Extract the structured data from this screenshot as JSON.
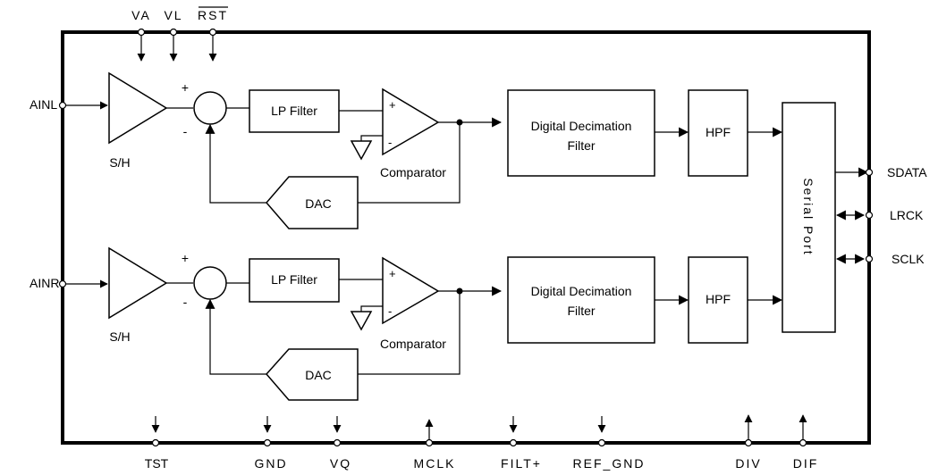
{
  "pins": {
    "top": [
      "VA",
      "VL",
      "RST"
    ],
    "left": [
      "AINL",
      "AINR"
    ],
    "right": [
      "SDATA",
      "LRCK",
      "SCLK"
    ],
    "bottom": [
      "TST",
      "GND",
      "VQ",
      "MCLK",
      "FILT+",
      "REF_GND",
      "DIV",
      "DIF"
    ]
  },
  "channels": [
    {
      "sample_hold": "S/H",
      "plus": "+",
      "minus": "-",
      "lp_filter": "LP Filter",
      "comparator": "Comparator",
      "comp_plus": "+",
      "comp_minus": "-",
      "dac": "DAC",
      "decimation": [
        "Digital Decimation",
        "Filter"
      ],
      "hpf": "HPF"
    },
    {
      "sample_hold": "S/H",
      "plus": "+",
      "minus": "-",
      "lp_filter": "LP Filter",
      "comparator": "Comparator",
      "comp_plus": "+",
      "comp_minus": "-",
      "dac": "DAC",
      "decimation": [
        "Digital Decimation",
        "Filter"
      ],
      "hpf": "HPF"
    }
  ],
  "serial_port": "Serial Port"
}
